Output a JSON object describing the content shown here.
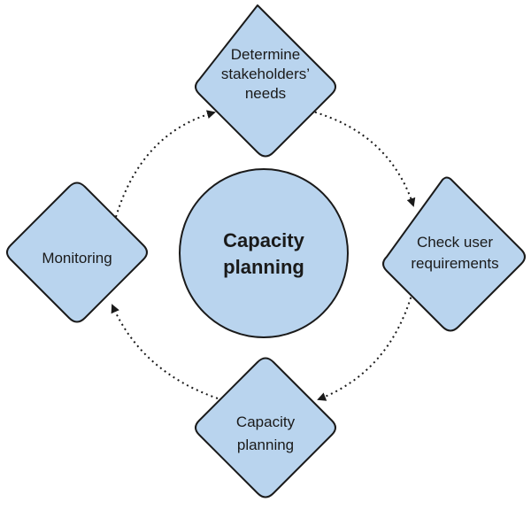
{
  "center": {
    "line1": "Capacity",
    "line2": "planning"
  },
  "nodes": {
    "top": {
      "line1": "Determine",
      "line2": "stakeholders’",
      "line3": "needs"
    },
    "right": {
      "line1": "Check user",
      "line2": "requirements"
    },
    "bottom": {
      "line1": "Capacity",
      "line2": "planning"
    },
    "left": {
      "line1": "Monitoring"
    }
  },
  "colors": {
    "fill": "#b9d4ee",
    "stroke": "#1a1a1a",
    "background": "#ffffff"
  },
  "flow": [
    "top",
    "right",
    "bottom",
    "left"
  ]
}
